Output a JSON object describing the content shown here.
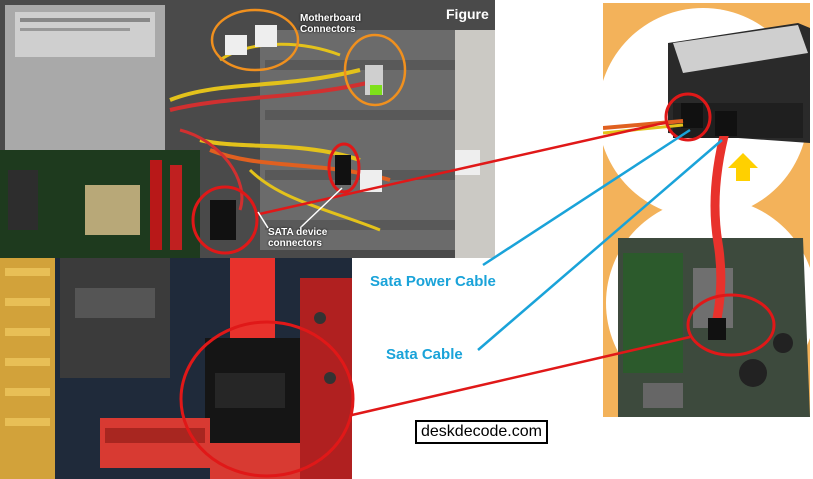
{
  "figure_label": "Figure",
  "callouts": {
    "motherboard": [
      "Motherboard",
      "Connectors"
    ],
    "sata_device": [
      "SATA device",
      "connectors"
    ]
  },
  "labels": {
    "sata_power_cable": "Sata Power Cable",
    "sata_cable": "Sata Cable"
  },
  "credit": "deskdecode.com",
  "colors": {
    "circle_red": "#e01818",
    "circle_orange": "#f0901e",
    "pointer_blue": "#1aa3d9",
    "cable_red": "#e8322c",
    "background_orange": "#f3b25a"
  },
  "icons": {
    "arrow": "yellow-arrow-icon"
  }
}
